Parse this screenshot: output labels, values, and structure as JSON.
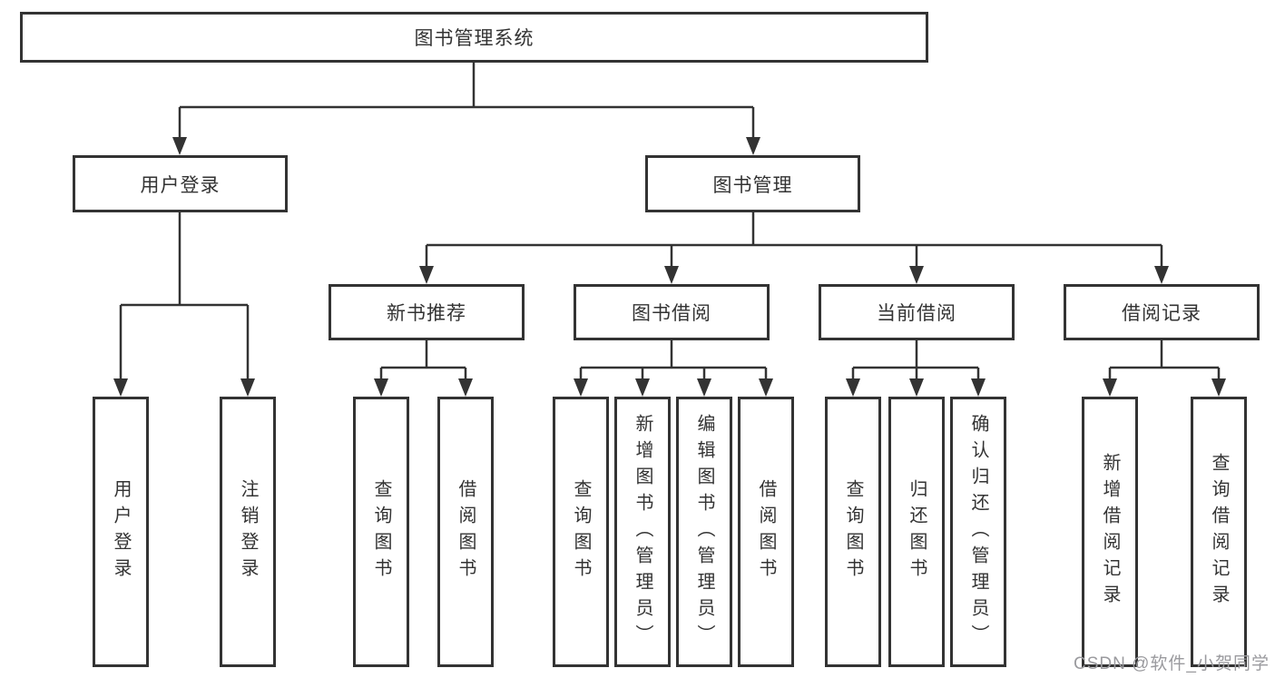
{
  "nodes": {
    "root": {
      "label": "图书管理系统"
    },
    "user_login": {
      "label": "用户登录"
    },
    "book_mgmt": {
      "label": "图书管理"
    },
    "new_book_rec": {
      "label": "新书推荐"
    },
    "book_borrow": {
      "label": "图书借阅"
    },
    "current_borrow": {
      "label": "当前借阅"
    },
    "borrow_records": {
      "label": "借阅记录"
    },
    "leaf_user_login": {
      "label": "用户登录"
    },
    "leaf_logout": {
      "label": "注销登录"
    },
    "leaf_nb_query": {
      "label": "查询图书"
    },
    "leaf_nb_borrow": {
      "label": "借阅图书"
    },
    "leaf_bb_query": {
      "label": "查询图书"
    },
    "leaf_bb_add": {
      "label": "新增图书（管理员）"
    },
    "leaf_bb_edit": {
      "label": "编辑图书（管理员）"
    },
    "leaf_bb_borrow": {
      "label": "借阅图书"
    },
    "leaf_cb_query": {
      "label": "查询图书"
    },
    "leaf_cb_return": {
      "label": "归还图书"
    },
    "leaf_cb_confirm": {
      "label": "确认归还（管理员）"
    },
    "leaf_br_add": {
      "label": "新增借阅记录"
    },
    "leaf_br_query": {
      "label": "查询借阅记录"
    }
  },
  "watermark": {
    "text": "CSDN @软件_小贺同学"
  },
  "colors": {
    "line": "#333333",
    "box_border": "#333333",
    "box_background": "#ffffff",
    "text": "#333333",
    "watermark": "#9a9a9e",
    "background": "#ffffff"
  }
}
